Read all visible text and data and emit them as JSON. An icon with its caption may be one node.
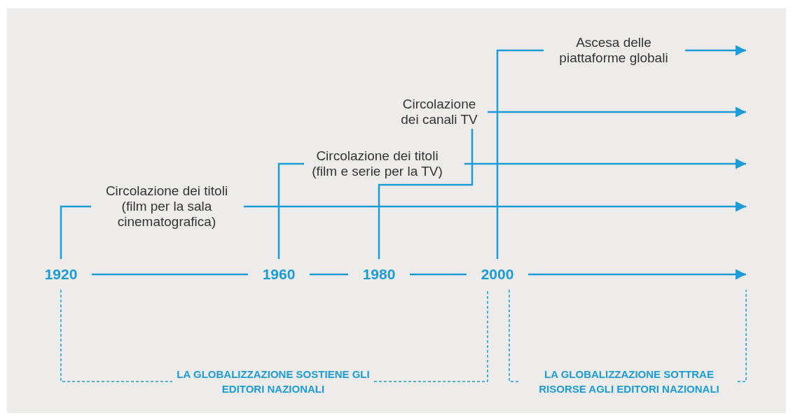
{
  "diagram": {
    "nodes": [
      {
        "text": [
          "1920"
        ]
      },
      {
        "text": [
          "1960"
        ]
      },
      {
        "text": [
          "1980"
        ]
      },
      {
        "text": [
          "2000"
        ]
      },
      {
        "text": [
          "Circolazione dei titoli (film per la sala cinematografica)"
        ]
      },
      {
        "text": [
          "Circolazione dei titoli (film e serie per la TV)"
        ]
      },
      {
        "text": [
          "Circolazione dei canali TV"
        ]
      },
      {
        "text": [
          "Ascesa delle piattaforme globali"
        ]
      },
      {
        "text": [
          "LA GLOBALIZZAZIONE SOSTIENE GLI EDITORI NAZIONALI"
        ]
      },
      {
        "text": [
          "LA GLOBALIZZAZIONE SOTTRAE RISORSE AGLI EDITORI NAZIONALI"
        ]
      }
    ],
    "edges": [
      {
        "from": 0,
        "to": 1,
        "arrow": "none"
      },
      {
        "from": 1,
        "to": 2,
        "arrow": "none"
      },
      {
        "from": 2,
        "to": 3,
        "arrow": "none"
      },
      {
        "from": 3,
        "to": null,
        "arrow": "to"
      },
      {
        "from": 0,
        "to": 4,
        "arrow": "none"
      },
      {
        "from": 4,
        "to": null,
        "arrow": "to"
      },
      {
        "from": 1,
        "to": 5,
        "arrow": "none"
      },
      {
        "from": 5,
        "to": null,
        "arrow": "to"
      },
      {
        "from": 2,
        "to": 6,
        "arrow": "none"
      },
      {
        "from": 6,
        "to": null,
        "arrow": "to"
      },
      {
        "from": 3,
        "to": 7,
        "arrow": "none"
      },
      {
        "from": 7,
        "to": null,
        "arrow": "to"
      },
      {
        "from": 0,
        "to": 8,
        "arrow": "none",
        "style": "dashed"
      },
      {
        "from": 8,
        "to": 3,
        "arrow": "none",
        "style": "dashed"
      },
      {
        "from": 3,
        "to": 9,
        "arrow": "none",
        "style": "dashed"
      },
      {
        "from": 9,
        "to": null,
        "arrow": "none",
        "style": "dashed"
      }
    ]
  }
}
